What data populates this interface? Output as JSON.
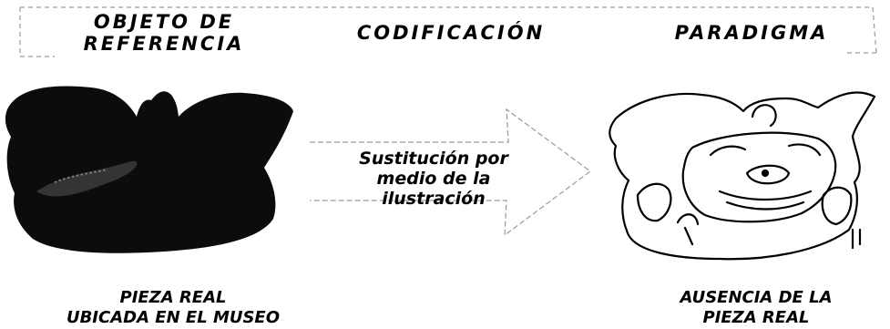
{
  "headers": {
    "reference": "OBJETO DE\nREFERENCIA",
    "coding": "CODIFICACIÓN",
    "paradigm": "PARADIGMA"
  },
  "arrow": {
    "label": "Sustitución por\nmedio de la\nilustración"
  },
  "captions": {
    "real_piece": "PIEZA REAL\nUBICADA EN EL MUSEO",
    "absence": "AUSENCIA DE LA\nPIEZA REAL"
  }
}
